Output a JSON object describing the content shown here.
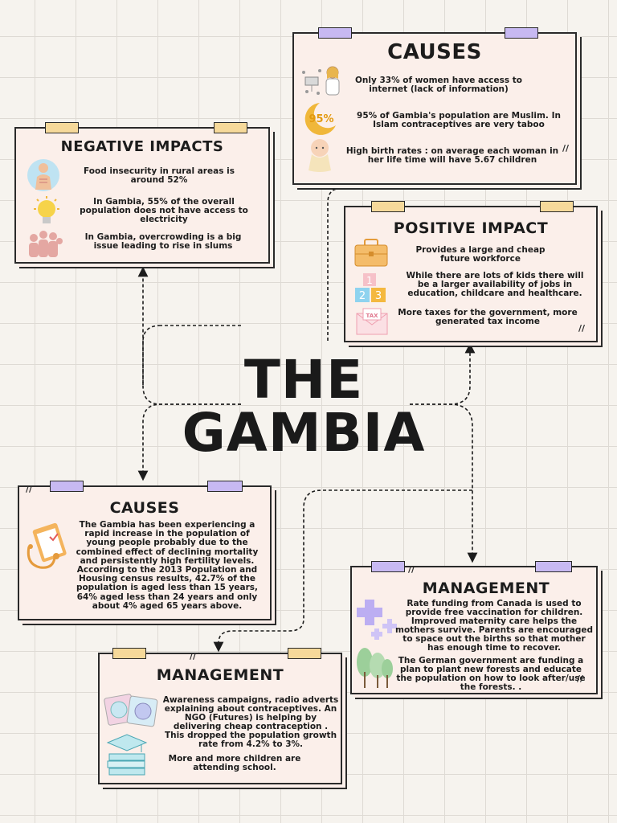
{
  "title": {
    "line1": "THE",
    "line2": "GAMBIA"
  },
  "causes_top": {
    "title": "CAUSES",
    "items": [
      "Only 33% of women have access to internet (lack of information)",
      "95% of Gambia's population are Muslim. In Islam contraceptives are very taboo",
      "High birth rates : on average each woman in her life time will have 5.67 children"
    ],
    "badge": "95%"
  },
  "negative_impacts": {
    "title": "NEGATIVE IMPACTS",
    "items": [
      "Food insecurity in rural areas is around 52%",
      "In Gambia, 55% of the overall population does not have access to electricity",
      "In Gambia, overcrowding is a big issue leading to rise in slums"
    ]
  },
  "positive_impact": {
    "title": "POSITIVE IMPACT",
    "items": [
      "Provides a large and cheap future workforce",
      "While there are lots of kids there will be a larger availability of jobs in education, childcare and healthcare.",
      "More taxes for the government, more generated tax income"
    ],
    "tax_label": "TAX"
  },
  "causes_bottom": {
    "title": "CAUSES",
    "text": "The Gambia has been experiencing a rapid increase in the population of young people probably due to the combined effect of declining mortality and persistently high fertility levels. According to the 2013 Population and Housing census results, 42.7% of the population is aged less than 15 years, 64% aged less than 24 years and only about 4% aged 65 years above."
  },
  "management_right": {
    "title": "MANAGEMENT",
    "items": [
      "Rate funding from Canada is used to provide free vaccination for children. Improved maternity care helps the mothers survive. Parents are encouraged to space out the births so that mother has enough time to recover.",
      "The German government are funding a plan to plant new forests and educate the population on how to look after/use the forests. ."
    ]
  },
  "management_left": {
    "title": "MANAGEMENT",
    "items": [
      "Awareness campaigns, radio adverts explaining about contraceptives. An NGO (Futures) is helping by delivering cheap contraception . This dropped the population growth rate from 4.2% to 3%.",
      "More and more children are attending school."
    ]
  },
  "colors": {
    "card": "#fbefea",
    "tape_purple": "#c7b9f2",
    "tape_yellow": "#f6d99a",
    "ink": "#1c1c1c"
  }
}
